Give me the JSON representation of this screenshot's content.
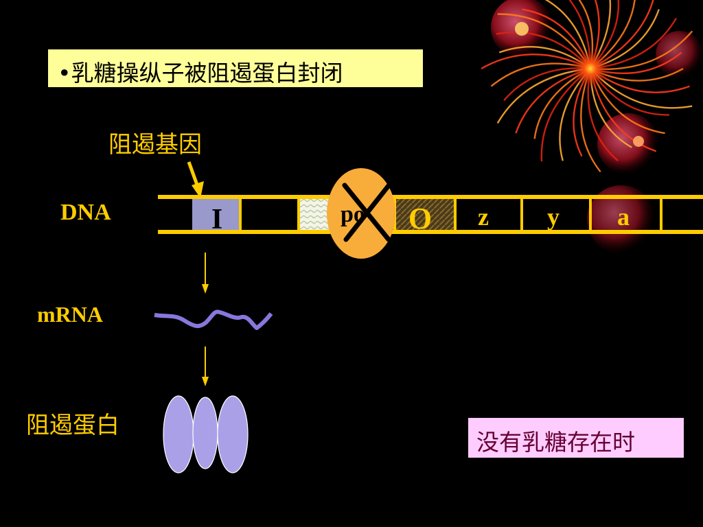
{
  "title": "•乳糖操纵子被阻遏蛋白封闭",
  "labels": {
    "repressor_gene": "阻遏基因",
    "dna": "DNA",
    "mrna": "mRNA",
    "repressor_protein": "阻遏蛋白"
  },
  "dna_segments": {
    "i": "I",
    "p": "po",
    "o": "O",
    "z": "z",
    "y": "y",
    "a": "a"
  },
  "condition": "没有乳糖存在时",
  "colors": {
    "background": "#000000",
    "dna_strand": "#ffcc00",
    "i_gene": "#9999cc",
    "repressor": "#aaa0e8",
    "mrna": "#8877dd",
    "gene_label": "#ffcc00",
    "title_bg": "#ffff99",
    "condition_bg": "#ffccff",
    "condition_text": "#660033",
    "promoter_circle": "#f8ac3a"
  },
  "icons": [
    "firework-icon",
    "block-x-icon",
    "arrow-down-icon"
  ]
}
